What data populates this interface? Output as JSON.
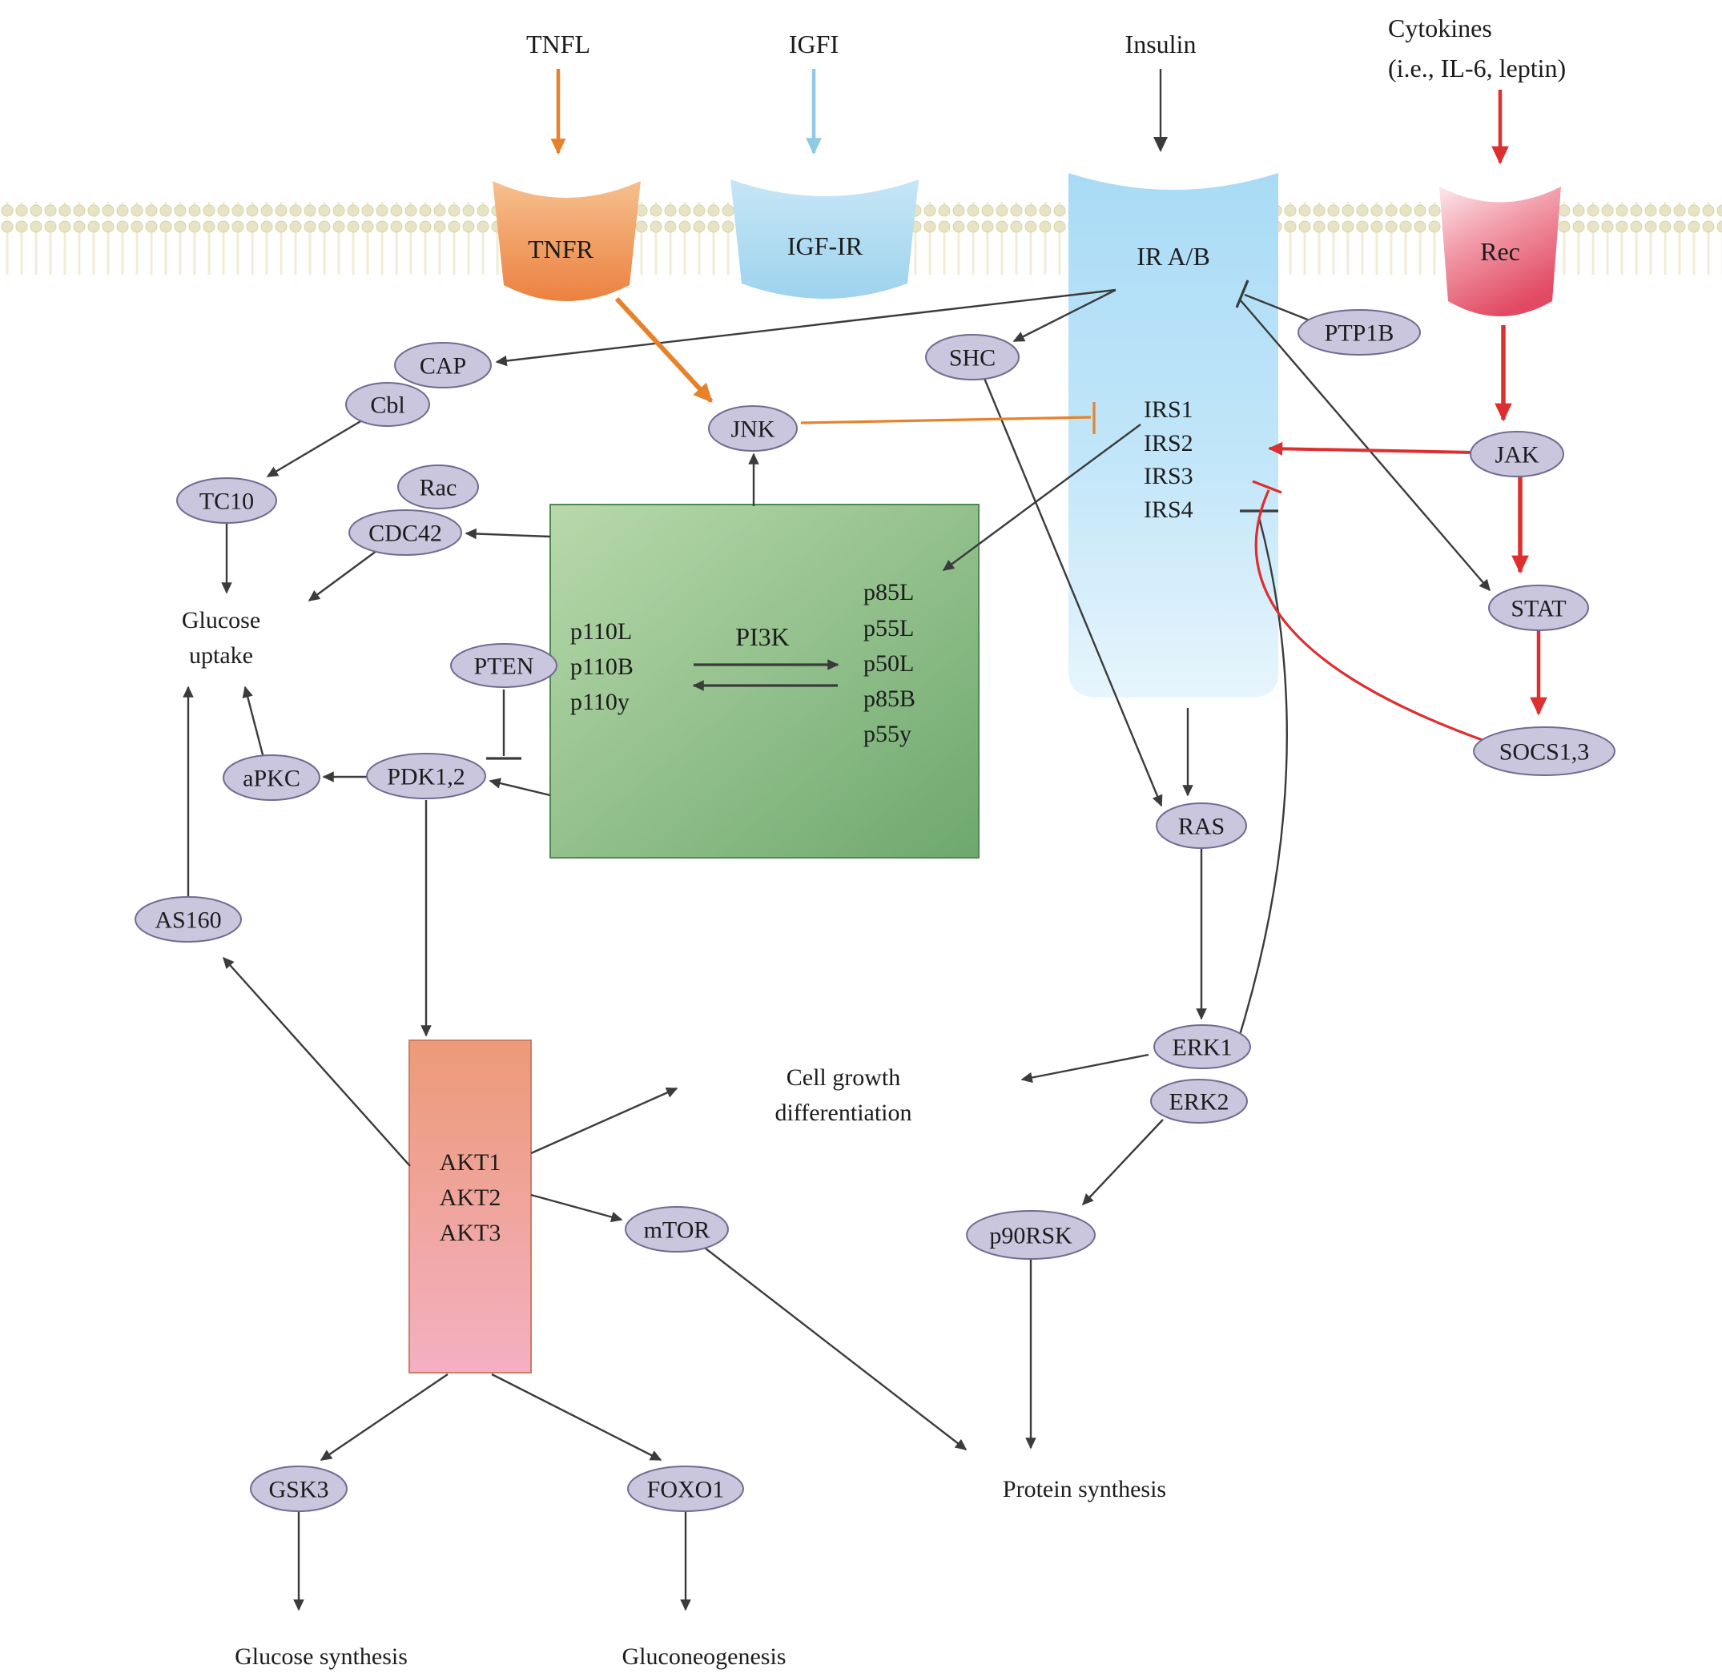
{
  "inputs": {
    "tnfl": "TNFL",
    "igfi": "IGFI",
    "insulin": "Insulin",
    "cytokines": [
      "Cytokines",
      "(i.e., IL-6, leptin)"
    ]
  },
  "receptors": {
    "tnfr": "TNFR",
    "igf_ir": "IGF-IR",
    "ir_ab": "IR A/B",
    "rec": "Rec"
  },
  "irs": [
    "IRS1",
    "IRS2",
    "IRS3",
    "IRS4"
  ],
  "nodes": {
    "cap": "CAP",
    "cbl": "Cbl",
    "shc": "SHC",
    "ptp1b": "PTP1B",
    "jnk": "JNK",
    "tc10": "TC10",
    "rac": "Rac",
    "cdc42": "CDC42",
    "jak": "JAK",
    "stat": "STAT",
    "socs": "SOCS1,3",
    "pten": "PTEN",
    "apkc": "aPKC",
    "pdk": "PDK1,2",
    "ras": "RAS",
    "as160": "AS160",
    "erk1": "ERK1",
    "erk2": "ERK2",
    "mtor": "mTOR",
    "p90rsk": "p90RSK",
    "gsk3": "GSK3",
    "foxo1": "FOXO1"
  },
  "pi3k": {
    "label": "PI3K",
    "catalytic": [
      "p110L",
      "p110B",
      "p110y"
    ],
    "regulatory": [
      "p85L",
      "p55L",
      "p50L",
      "p85B",
      "p55y"
    ]
  },
  "akt": {
    "isoforms": [
      "AKT1",
      "AKT2",
      "AKT3"
    ]
  },
  "outcomes": {
    "glucose_uptake": [
      "Glucose",
      "uptake"
    ],
    "cell_growth": [
      "Cell growth",
      "differentiation"
    ],
    "protein_synthesis": "Protein synthesis",
    "glucose_synthesis": "Glucose synthesis",
    "gluconeogenesis": "Gluconeogenesis"
  },
  "colors": {
    "arrow_black": "#3b3b3b",
    "arrow_orange": "#e8822a",
    "arrow_red": "#dd2f2f",
    "arrow_blue": "#8fc9e6",
    "node_fill": "#c9c6de",
    "membrane": "#e8e3c4",
    "tnfr_receptor": "#ec8140",
    "igfir_receptor": "#9ed3ee",
    "ir_receptor": "#aadcf6",
    "rec_receptor": "#e75b70",
    "pi3k_box": "#8fbc8a",
    "akt_box": "#f0a58e"
  }
}
